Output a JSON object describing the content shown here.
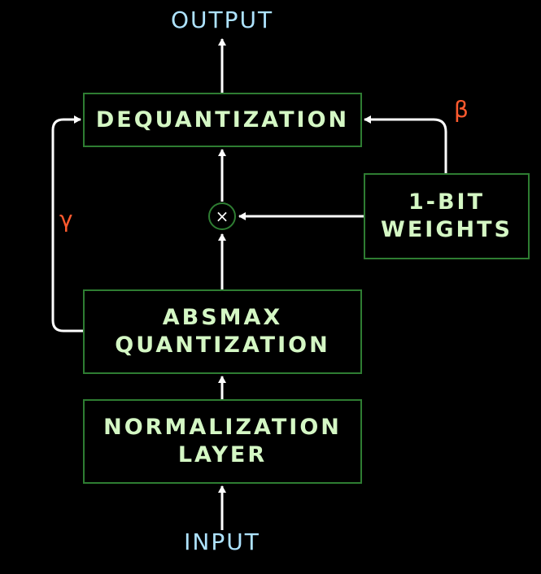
{
  "labels": {
    "output": "OUTPUT",
    "input": "INPUT",
    "beta": "β",
    "gamma": "γ",
    "multiply": "×"
  },
  "blocks": {
    "dequantization": [
      "DEQUANTIZATION"
    ],
    "one_bit_weights": [
      "1-BIT",
      "WEIGHTS"
    ],
    "absmax_quantization": [
      "ABSMAX",
      "QUANTIZATION"
    ],
    "normalization_layer": [
      "NORMALIZATION",
      "LAYER"
    ]
  },
  "colors": {
    "background": "#000000",
    "box_border": "#2e7d32",
    "box_text": "#d4f7c4",
    "io_text": "#aee3ff",
    "param_text": "#ff5a2e",
    "arrow": "#ffffff"
  }
}
